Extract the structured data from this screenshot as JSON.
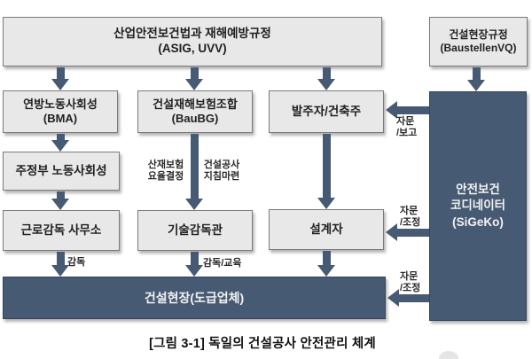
{
  "boxes": {
    "law": {
      "line1": "산업안전보건법과 재해예방규정",
      "line2": "(ASIG, UVV)"
    },
    "site_regulation": {
      "line1": "건설현장규정",
      "line2": "(BaustellenVQ)"
    },
    "bma": {
      "line1": "연방노동사회성",
      "line2": "(BMA)"
    },
    "baubg": {
      "line1": "건설재해보험조합",
      "line2": "(BauBG)"
    },
    "owner": {
      "label": "발주자/건축주"
    },
    "state_labor": {
      "label": "주정부 노동사회성"
    },
    "labor_inspection_office": {
      "label": "근로감독 사무소"
    },
    "technical_inspector": {
      "label": "기술감독관"
    },
    "designer": {
      "label": "설계자"
    },
    "sigeko": {
      "line1": "안전보건",
      "line2": "코디네이터",
      "line3": "(SiGeKo)"
    },
    "construction_site": {
      "label": "건설현장(도급업체)"
    }
  },
  "edge_labels": {
    "rate_decision": {
      "line1": "산재보험",
      "line2": "요율결정"
    },
    "guideline": {
      "line1": "건설공사",
      "line2": "지침마련"
    },
    "supervision": "감독",
    "supervision_education": "감독/교육",
    "advice_report": {
      "line1": "자문",
      "line2": "/보고"
    },
    "advice_adjust_designer": {
      "line1": "자문",
      "line2": "/조정"
    },
    "advice_adjust_site": {
      "line1": "자문",
      "line2": "/조정"
    }
  },
  "caption": "[그림 3-1] 독일의 건설공사 안전관리 체계",
  "colors": {
    "dark_slate": "#475a73",
    "light_box_fill": "#e9e8e8",
    "light_box_border": "#7b7b7b",
    "box_text_dark": "#1f1f1f",
    "box_text_light": "#f2f2f2",
    "caption_text": "#111111"
  }
}
